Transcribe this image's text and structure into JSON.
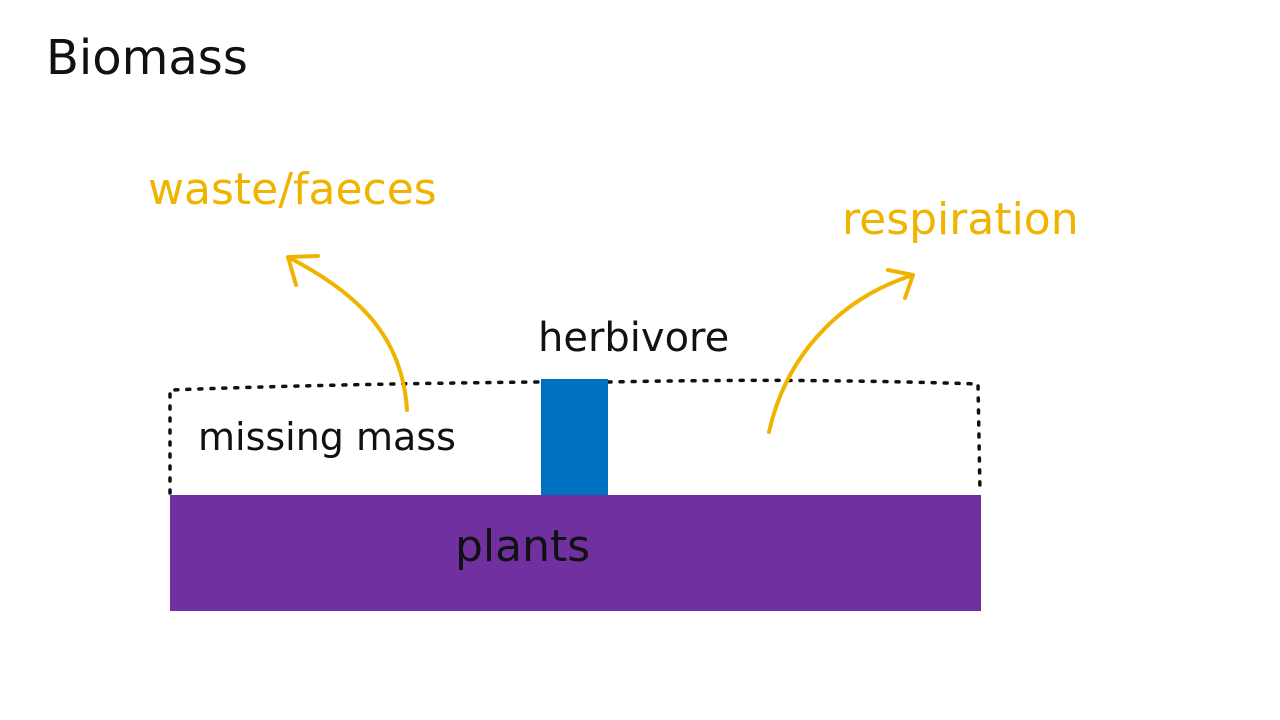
{
  "title": "Biomass",
  "labels": {
    "waste": "waste/faeces",
    "respiration": "respiration",
    "herbivore": "herbivore",
    "missing_mass": "missing mass",
    "plants": "plants"
  },
  "colors": {
    "plants_bar": "#7030a0",
    "herbivore_bar": "#0070c0",
    "annotation": "#f0b400",
    "ink": "#111111",
    "background": "#ffffff"
  }
}
